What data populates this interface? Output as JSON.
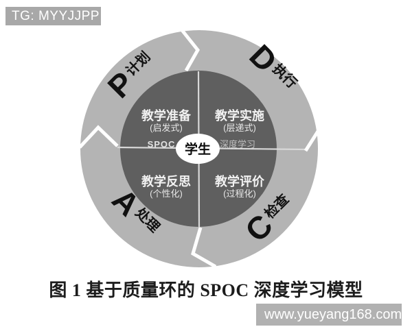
{
  "badge": {
    "text": "TG: MYYJJPP"
  },
  "diagram": {
    "center_label": "学生",
    "spoc_label": "SPOC",
    "deep_learning_label": "深度学习",
    "ring_labels": [
      {
        "letter": "P",
        "word": "计划"
      },
      {
        "letter": "D",
        "word": "执行"
      },
      {
        "letter": "A",
        "word": "处理"
      },
      {
        "letter": "C",
        "word": "检查"
      }
    ],
    "quadrants": [
      {
        "title": "教学准备",
        "subtitle": "(启发式)"
      },
      {
        "title": "教学实施",
        "subtitle": "(层递式)"
      },
      {
        "title": "教学反思",
        "subtitle": "(个性化)"
      },
      {
        "title": "教学评价",
        "subtitle": "(过程化)"
      }
    ],
    "colors": {
      "outer_ring": "#b4b4b4",
      "inner_circle": "#5f5f5f",
      "divider": "#d9d9d9",
      "chevron": "#ffffff",
      "center_ellipse": "#ffffff"
    }
  },
  "caption": {
    "text": "图 1 基于质量环的 SPOC 深度学习模型"
  },
  "footer_watermark": {
    "text": "www.yueyang168.com"
  }
}
